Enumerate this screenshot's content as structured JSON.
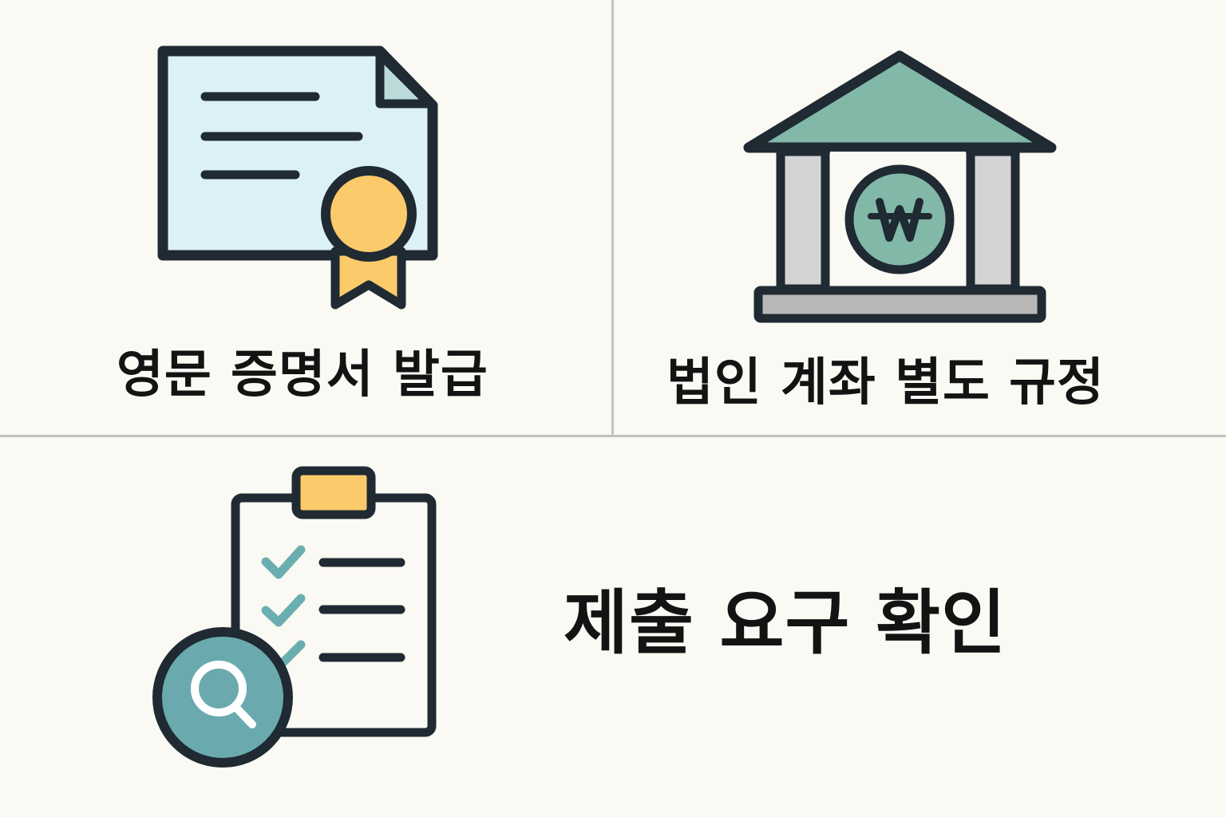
{
  "panels": [
    {
      "id": "certificate",
      "label": "영문 증명서 발급",
      "icon": "certificate-icon"
    },
    {
      "id": "bank",
      "label": "법인 계좌 별도 규정",
      "icon": "bank-won-icon",
      "symbol": "₩"
    },
    {
      "id": "checklist",
      "label": "제출 요구 확인",
      "icon": "clipboard-search-icon"
    }
  ],
  "colors": {
    "background": "#fbf9f3",
    "outline": "#1f2a33",
    "paper_blue": "#dcf0f7",
    "corner_fold": "#bcdcdc",
    "ribbon_gold": "#fbca6a",
    "roof_green": "#82b8a8",
    "column_gray": "#d4d4d4",
    "base_gray": "#b8b8b8",
    "check_teal": "#6aafb0",
    "magnifier_teal": "#6aaaae",
    "divider": "#c2c2c0"
  }
}
